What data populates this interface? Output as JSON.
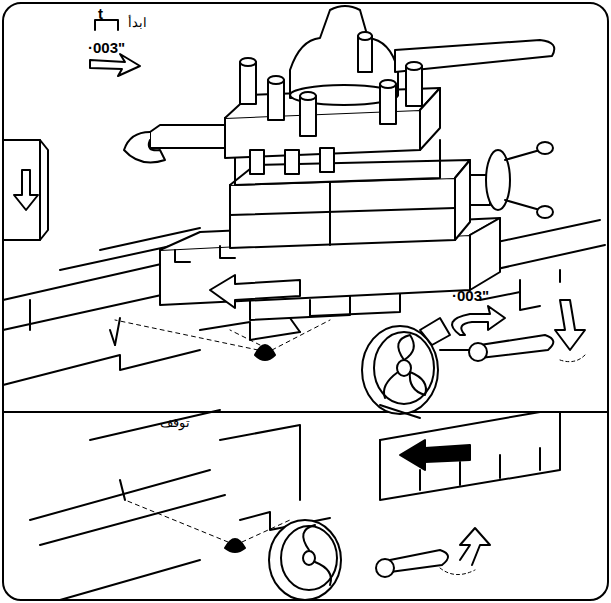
{
  "diagram": {
    "labels": [
      "t",
      "ابدأ",
      "·003\"",
      "·003\"",
      "توقف"
    ]
  }
}
